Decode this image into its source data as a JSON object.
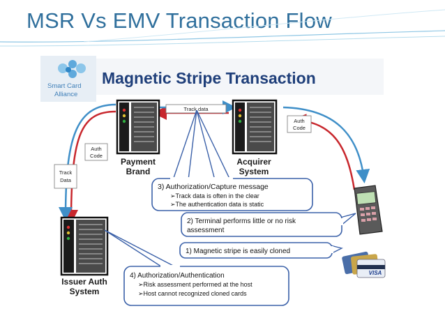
{
  "slide_title": "MSR Vs EMV Transaction Flow",
  "logo": {
    "line1": "Smart Card",
    "line2": "Alliance"
  },
  "diagram_title": "Magnetic Stripe Transaction",
  "nodes": {
    "payment_brand": {
      "line1": "Payment",
      "line2": "Brand"
    },
    "acquirer_system": {
      "line1": "Acquirer",
      "line2": "System"
    },
    "issuer_auth_system": {
      "line1": "Issuer Auth",
      "line2": "System"
    }
  },
  "flow_labels": {
    "track_data_top": "Track data",
    "auth_code_right": {
      "line1": "Auth",
      "line2": "Code"
    },
    "auth_code_left": {
      "line1": "Auth",
      "line2": "Code"
    },
    "track_data_left": {
      "line1": "Track",
      "line2": "Data"
    }
  },
  "callouts": {
    "c3": {
      "title": "3)  Authorization/Capture message",
      "bullets": [
        "➢Track data is often in the clear",
        "➢The authentication data is static"
      ]
    },
    "c2": {
      "line1": "2)  Terminal performs little or no risk",
      "line2": "assessment"
    },
    "c1": {
      "title": "1)  Magnetic stripe is easily cloned"
    },
    "c4": {
      "title": "4)  Authorization/Authentication",
      "bullets": [
        "➢Risk assessment performed at the host",
        "➢Host cannot recognized cloned cards"
      ]
    }
  },
  "card_brand": "VISA",
  "colors": {
    "title": "#2f6f9c",
    "diagram_title": "#1f3f7a",
    "red_flow": "#c8272d",
    "blue_flow": "#3f8fc8",
    "callout_border": "#3a60a8"
  }
}
